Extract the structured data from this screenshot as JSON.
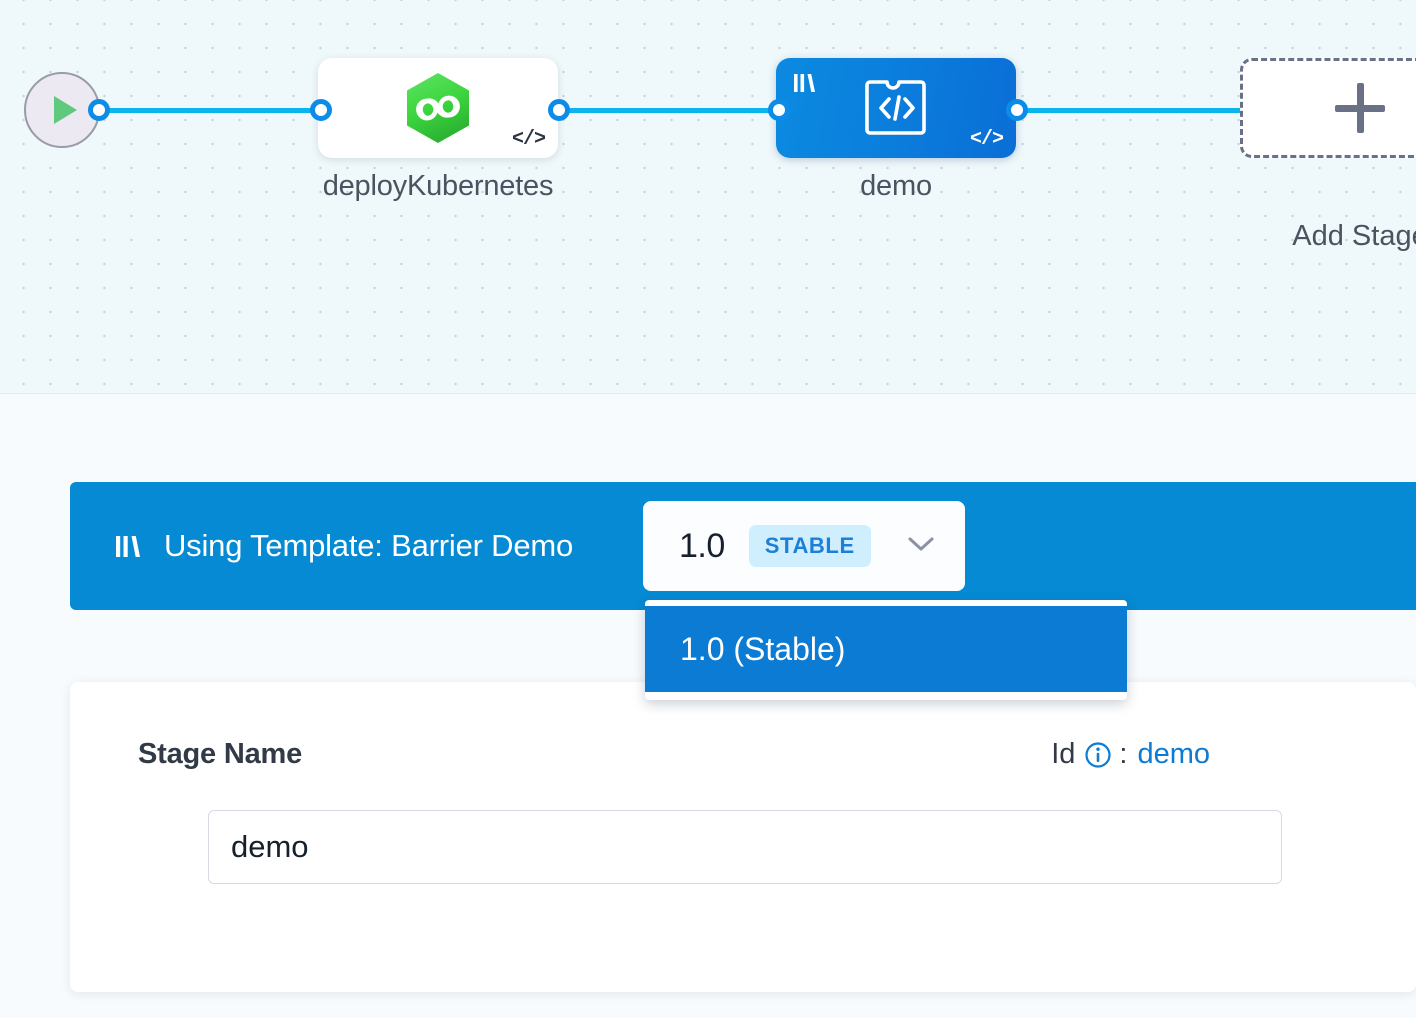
{
  "canvas": {
    "start_node": {
      "icon": "play-icon"
    },
    "nodes": [
      {
        "id": "deployKubernetes",
        "label": "deployKubernetes",
        "icon": "harness-hexagon-icon",
        "badge_icon": "code-icon",
        "type": "white"
      },
      {
        "id": "demo",
        "label": "demo",
        "icon": "template-puzzle-code-icon",
        "corner_icon": "template-bars-icon",
        "badge_icon": "code-icon",
        "type": "blue-selected"
      }
    ],
    "add_stage": {
      "label": "Add Stage",
      "icon": "plus-icon"
    }
  },
  "template_bar": {
    "icon": "template-bars-icon",
    "text": "Using Template: Barrier Demo",
    "version": {
      "value": "1.0",
      "badge": "STABLE",
      "chevron_icon": "chevron-down-icon"
    },
    "color": "#068ad4"
  },
  "dropdown": {
    "options": [
      {
        "label": "1.0 (Stable)",
        "selected": true
      }
    ]
  },
  "form": {
    "stage_name_label": "Stage Name",
    "id_label": "Id",
    "id_info_icon": "info-circle-icon",
    "id_separator": ":",
    "id_value": "demo",
    "stage_name_value": "demo",
    "stage_name_placeholder": "Stage Name"
  },
  "colors": {
    "accent_blue": "#0b7bd4",
    "canvas_bg": "#eff8fa",
    "connector": "#0ab5ee",
    "stable_badge_bg": "#cfefff",
    "stable_badge_text": "#1e7fd6"
  }
}
